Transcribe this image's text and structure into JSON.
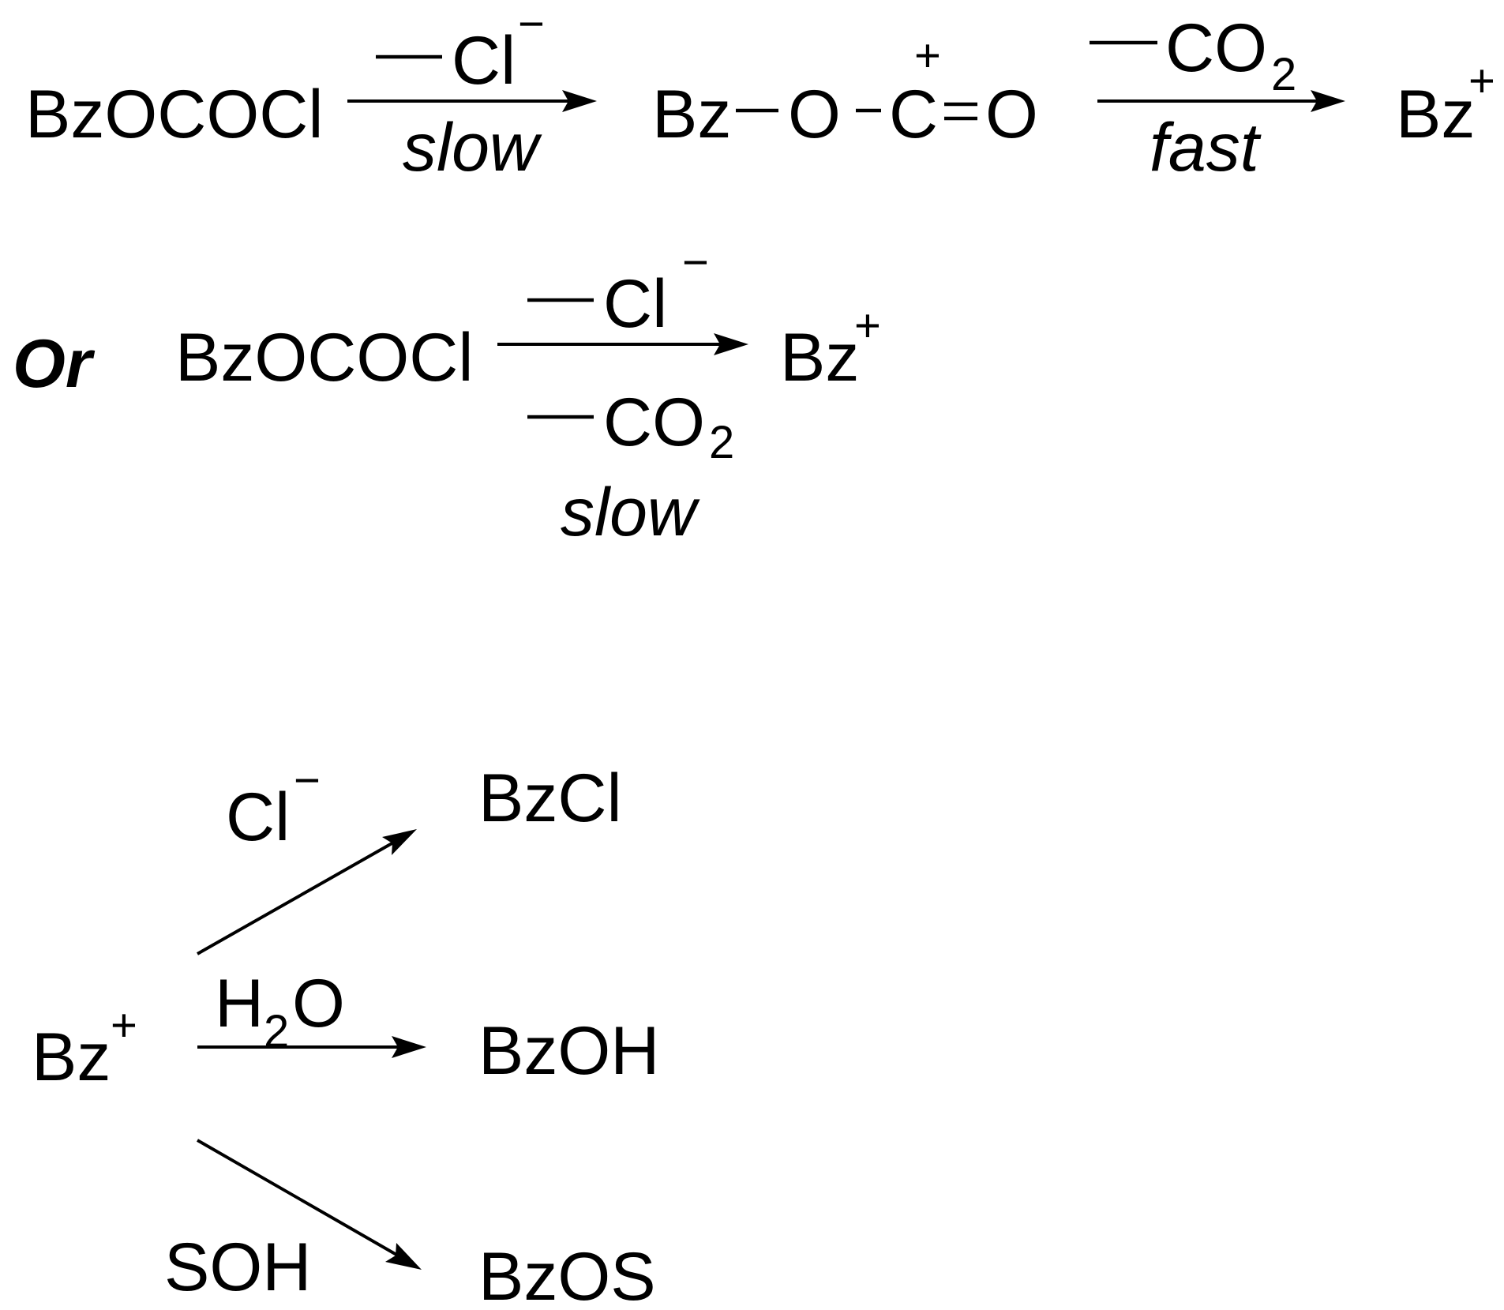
{
  "scheme1": {
    "reactant": "BzOCOCl",
    "step1_above": "Cl",
    "step1_above_charge": "−",
    "step1_below": "slow",
    "intermediate": {
      "bz": "Bz",
      "o": "O",
      "c": "C",
      "charge": "+",
      "o2": "O"
    },
    "step2_above": "CO",
    "step2_above_sub": "2",
    "step2_below": "fast",
    "product": "Bz",
    "product_charge": "+"
  },
  "scheme2": {
    "prefix": "Or",
    "reactant": "BzOCOCl",
    "above": "Cl",
    "above_charge": "−",
    "below": "CO",
    "below_sub": "2",
    "rate": "slow",
    "product": "Bz",
    "product_charge": "+"
  },
  "scheme3": {
    "reactant": "Bz",
    "reactant_charge": "+",
    "branches": [
      {
        "reagent": "Cl",
        "reagent_charge": "−",
        "product": "BzCl"
      },
      {
        "reagent": "H",
        "reagent_sub": "2",
        "reagent_tail": "O",
        "product": "BzOH"
      },
      {
        "reagent": "SOH",
        "product": "BzOS"
      }
    ]
  }
}
